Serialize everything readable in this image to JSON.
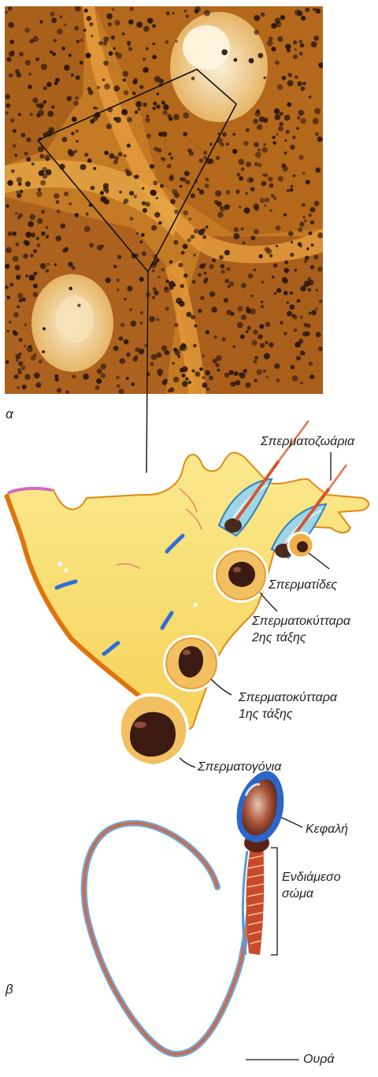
{
  "panels": {
    "a_letter": "α",
    "b_letter": "β"
  },
  "labels": {
    "spermatozoa": "Σπερματοζωάρια",
    "spermatids": "Σπερματίδες",
    "secondary_l1": "Σπερματοκύτταρα",
    "secondary_l2": "2ης τάξης",
    "primary_l1": "Σπερματοκύτταρα",
    "primary_l2": "1ης τάξης",
    "spermatogonia": "Σπερματογόνια",
    "head": "Κεφαλή",
    "midpiece_l1": "Ενδιάμεσο",
    "midpiece_l2": "σώμα",
    "tail": "Ουρά"
  },
  "colors": {
    "tissue_bg": "#c7781f",
    "tubule_lumen": "#f4e1b8",
    "nucleus": "#2a1a12",
    "wedge_fill": "#f9e27a",
    "wedge_edge": "#e2a11c",
    "sperm_blue": "#3f6fc4",
    "sperm_red": "#b0412b"
  }
}
